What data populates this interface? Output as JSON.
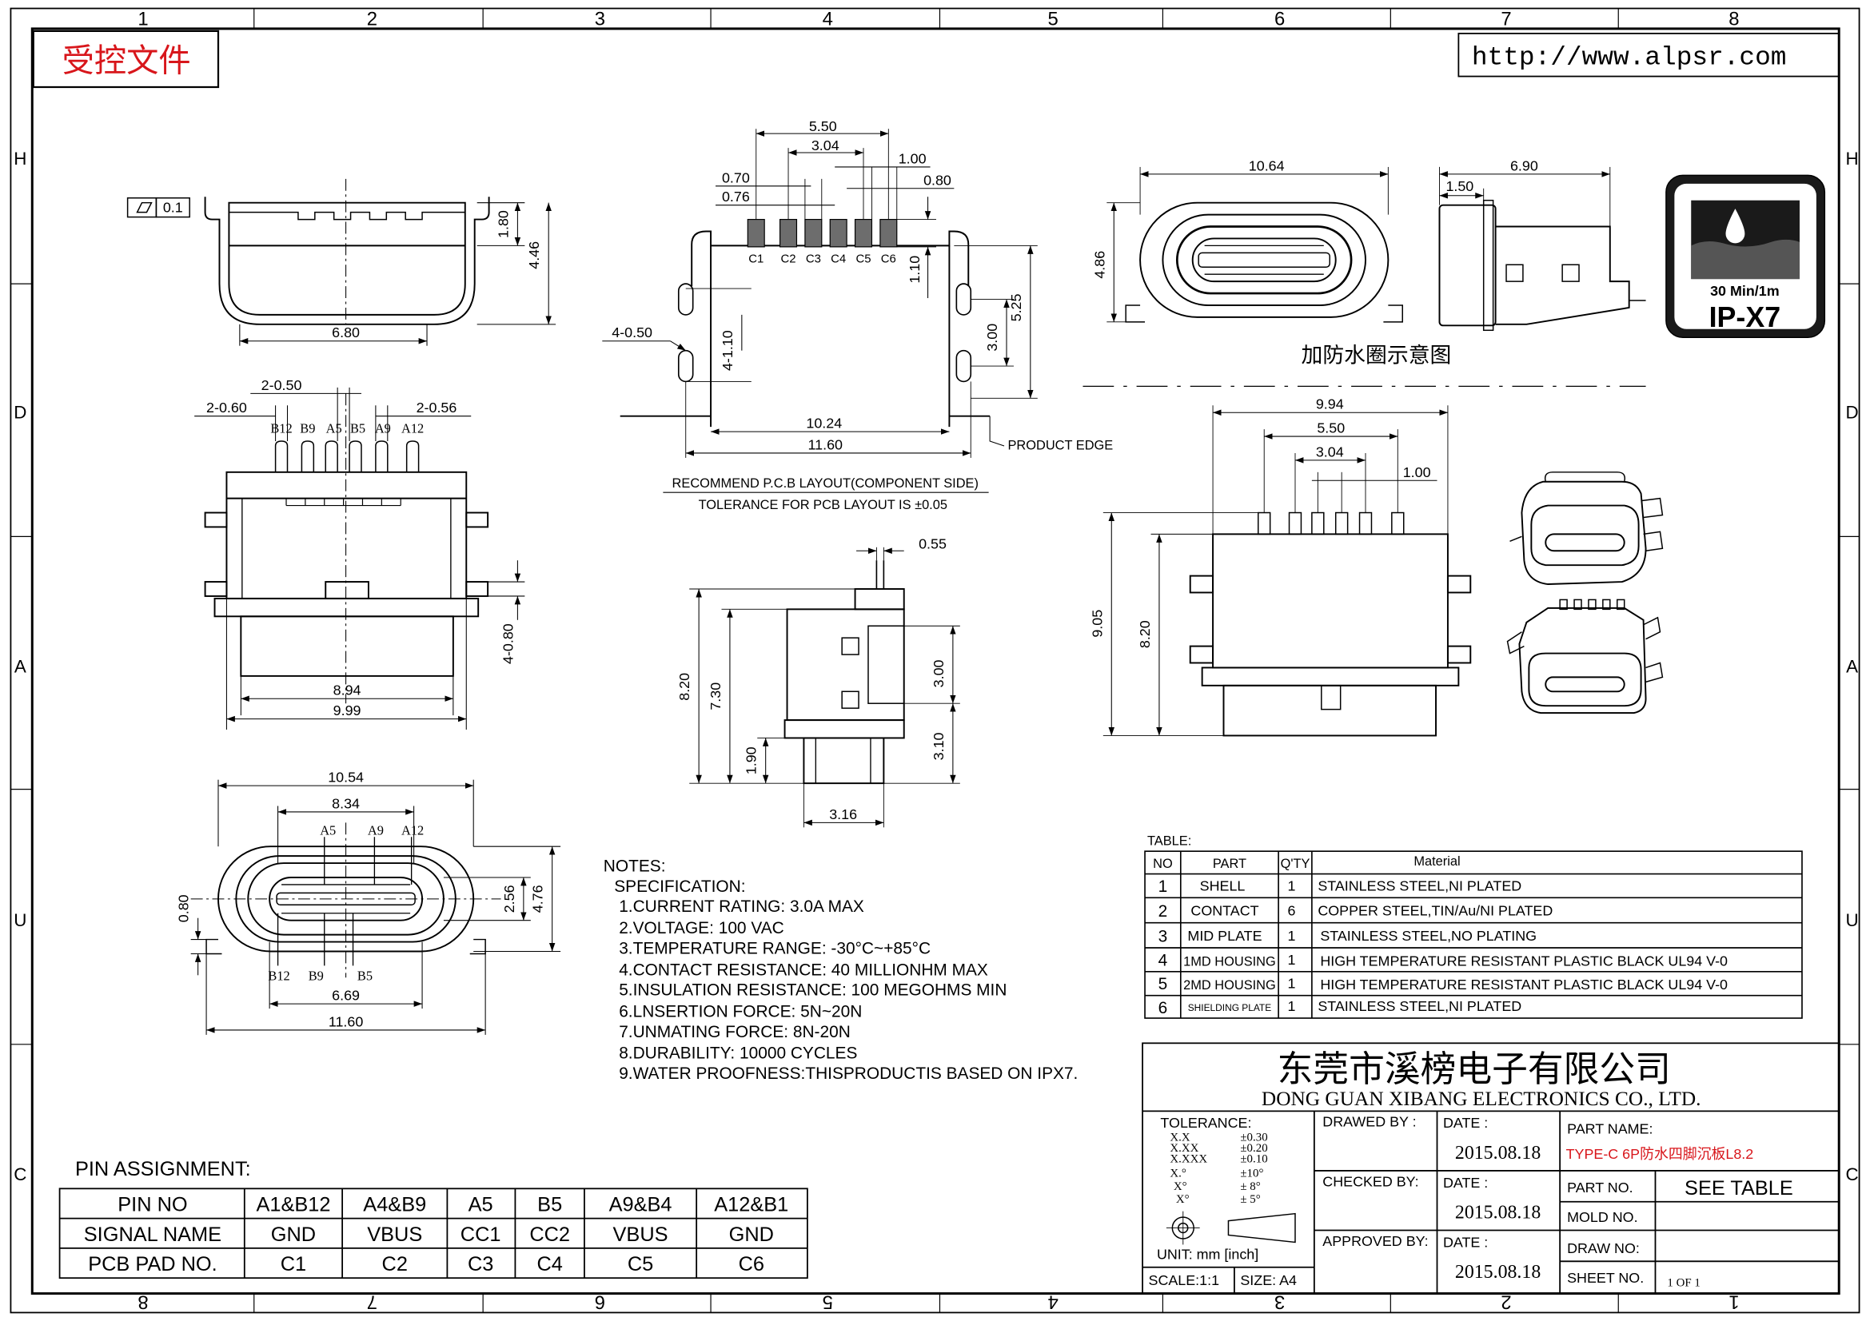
{
  "border": {
    "cols": [
      "1",
      "2",
      "3",
      "4",
      "5",
      "6",
      "7",
      "8"
    ],
    "cols_bottom": [
      "8",
      "7",
      "6",
      "5",
      "4",
      "3",
      "2",
      "1"
    ],
    "rows": [
      "H",
      "D",
      "A",
      "U",
      "C"
    ]
  },
  "stamp": "受控文件",
  "url": "http://www.alpsr.com",
  "flatness": {
    "symbol": "▱",
    "value": "0.1"
  },
  "view_front_top": {
    "dims": [
      "6.80",
      "1.80",
      "4.46"
    ]
  },
  "view_top": {
    "dims": [
      "2-0.60",
      "2-0.50",
      "2-0.56",
      "8.94",
      "9.99",
      "4-0.80"
    ],
    "pins": [
      "B12",
      "B9",
      "A5",
      "B5",
      "A9",
      "A12"
    ]
  },
  "view_front_bottom": {
    "dims": [
      "10.54",
      "8.34",
      "0.80",
      "2.56",
      "4.76",
      "6.69",
      "11.60"
    ],
    "pins_top": [
      "A5",
      "A9",
      "A12"
    ],
    "pins_bottom": [
      "B12",
      "B9",
      "B5"
    ]
  },
  "pcb_layout": {
    "dims": [
      "5.50",
      "3.04",
      "1.00",
      "0.70",
      "0.80",
      "0.76",
      "1.10",
      "4-0.50",
      "4-1.10",
      "5.25",
      "3.00",
      "10.24",
      "11.60"
    ],
    "pads": [
      "C1",
      "C2",
      "C3",
      "C4",
      "C5",
      "C6"
    ],
    "product_edge": "PRODUCT EDGE",
    "caption": "RECOMMEND P.C.B LAYOUT(COMPONENT SIDE)",
    "tolerance": "TOLERANCE FOR PCB LAYOUT IS ±0.05"
  },
  "side_view": {
    "dims": [
      "0.55",
      "8.20",
      "7.30",
      "1.90",
      "3.00",
      "3.10",
      "3.16"
    ]
  },
  "waterproof_views": {
    "front_dims": [
      "10.64",
      "4.86"
    ],
    "side_dims": [
      "6.90",
      "1.50"
    ],
    "caption": "加防水圈示意图"
  },
  "ip_badge": {
    "line1": "30 Min/1m",
    "line2": "IP-X7"
  },
  "right_top_view": {
    "dims": [
      "9.94",
      "5.50",
      "3.04",
      "1.00",
      "9.05",
      "8.20"
    ]
  },
  "notes": {
    "heading": "NOTES:",
    "sub": "SPECIFICATION:",
    "items": [
      "1.CURRENT RATING: 3.0A MAX",
      "2.VOLTAGE: 100 VAC",
      "3.TEMPERATURE RANGE: -30°C~+85°C",
      "4.CONTACT RESISTANCE: 40 MILLIONHM MAX",
      "5.INSULATION RESISTANCE: 100 MEGOHMS MIN",
      "6.LNSERTION FORCE: 5N~20N",
      "7.UNMATING FORCE: 8N-20N",
      "8.DURABILITY: 10000 CYCLES",
      "9.WATER PROOFNESS:THISPRODUCTIS BASED ON IPX7."
    ]
  },
  "pin_assignment": {
    "title": "PIN ASSIGNMENT:",
    "headers": [
      "PIN NO",
      "A1&B12",
      "A4&B9",
      "A5",
      "B5",
      "A9&B4",
      "A12&B1"
    ],
    "rows": [
      [
        "SIGNAL NAME",
        "GND",
        "VBUS",
        "CC1",
        "CC2",
        "VBUS",
        "GND"
      ],
      [
        "PCB PAD NO.",
        "C1",
        "C2",
        "C3",
        "C4",
        "C5",
        "C6"
      ]
    ]
  },
  "bom": {
    "title": "TABLE:",
    "headers": [
      "NO",
      "PART",
      "Q'TY",
      "Material"
    ],
    "rows": [
      [
        "1",
        "SHELL",
        "1",
        "STAINLESS STEEL,NI PLATED"
      ],
      [
        "2",
        "CONTACT",
        "6",
        "COPPER STEEL,TIN/Au/NI PLATED"
      ],
      [
        "3",
        "MID PLATE",
        "1",
        "STAINLESS STEEL,NO PLATING"
      ],
      [
        "4",
        "1MD HOUSING",
        "1",
        "HIGH TEMPERATURE RESISTANT PLASTIC BLACK UL94 V-0"
      ],
      [
        "5",
        "2MD HOUSING",
        "1",
        "HIGH TEMPERATURE RESISTANT PLASTIC BLACK UL94 V-0"
      ],
      [
        "6",
        "SHIELDING PLATE",
        "1",
        "STAINLESS STEEL,NI PLATED"
      ]
    ]
  },
  "title_block": {
    "company_cn": "东莞市溪榜电子有限公司",
    "company_en": "DONG GUAN XIBANG ELECTRONICS CO., LTD.",
    "tolerance_label": "TOLERANCE:",
    "tol_keys": [
      "X.X",
      "X.XX",
      "X.XXX",
      "X.°",
      "X°",
      "X°"
    ],
    "tol_vals": [
      "±0.30",
      "±0.20",
      "±0.10",
      "±10°",
      "± 8°",
      "± 5°"
    ],
    "unit": "UNIT: mm [inch]",
    "scale": "SCALE:1:1",
    "size": "SIZE: A4",
    "drawn": "DRAWED BY :",
    "checked": "CHECKED BY:",
    "approved": "APPROVED BY:",
    "date_label": "DATE :",
    "date": "2015.08.18",
    "part_name_label": "PART NAME:",
    "part_name": "TYPE-C 6P防水四脚沉板L8.2",
    "part_no_label": "PART NO.",
    "part_no": "SEE TABLE",
    "mold_no_label": "MOLD NO.",
    "draw_no_label": "DRAW NO:",
    "sheet_no_label": "SHEET NO.",
    "sheet_no": "1 OF 1"
  }
}
